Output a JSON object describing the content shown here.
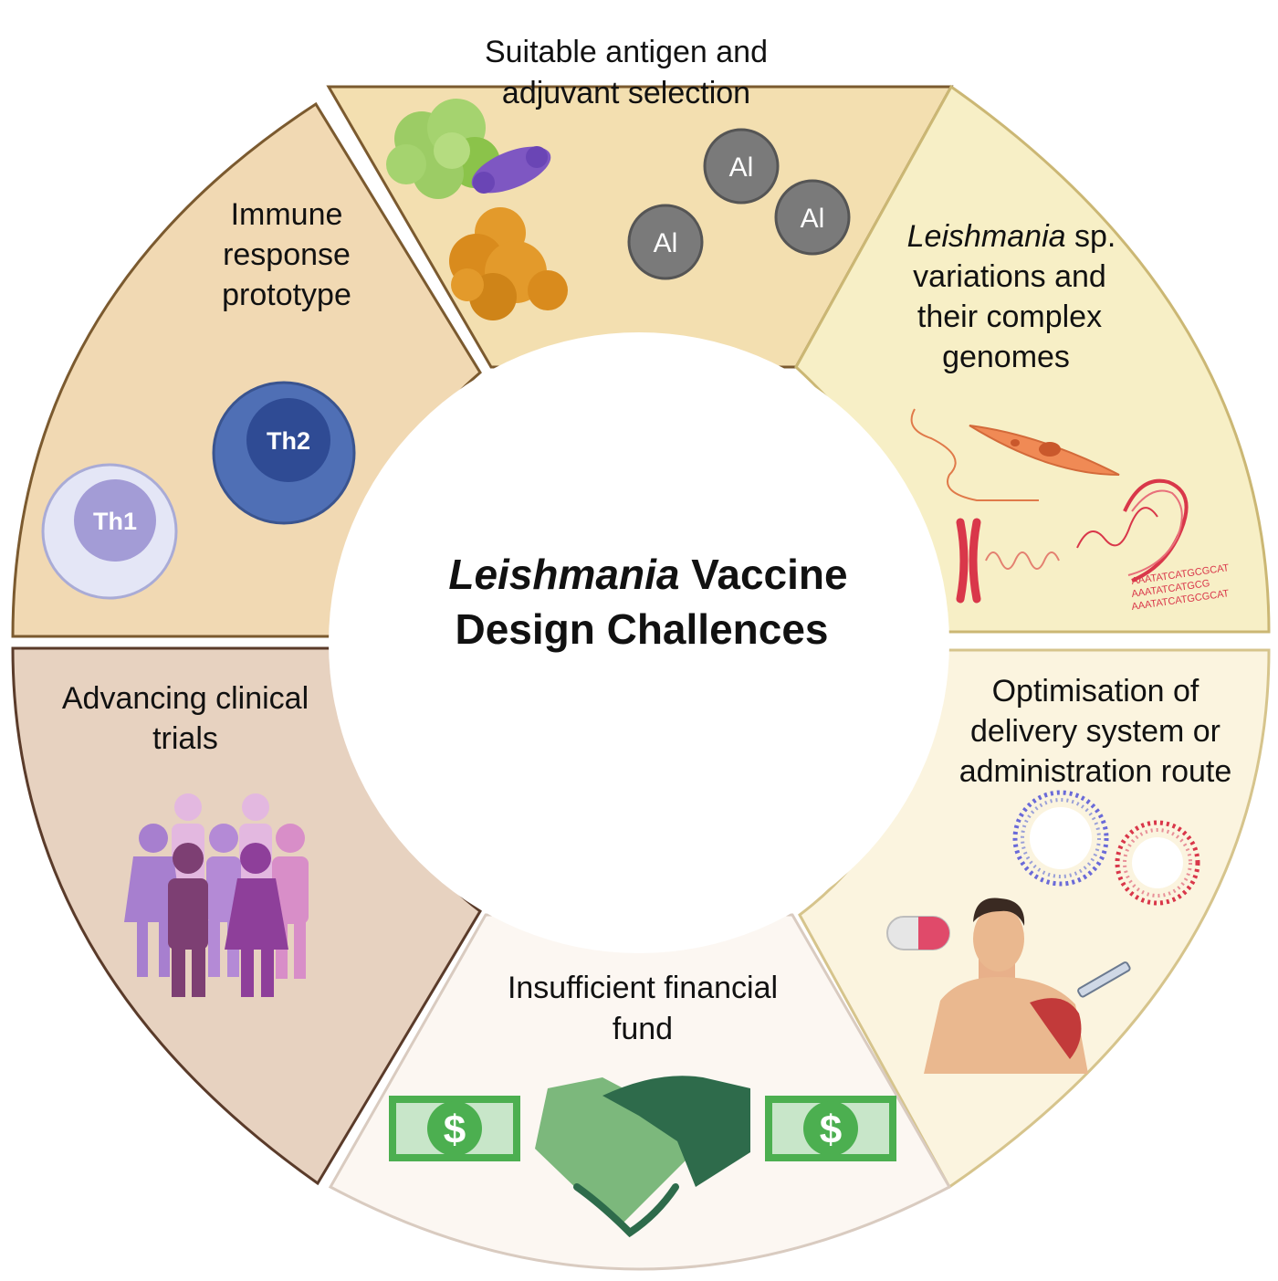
{
  "center": {
    "title_italic": "Leishmania",
    "title_rest": " Vaccine",
    "title_line2": "Design Challences"
  },
  "segments": {
    "antigen": {
      "line1": "Suitable antigen and",
      "line2": "adjuvant selection",
      "adjuvant_label": "Al",
      "color": "#f3dfb0"
    },
    "genomes": {
      "line1_italic": "Leishmania",
      "line1_rest": " sp.",
      "line2": "variations and",
      "line3": "their complex",
      "line4": "genomes",
      "dna_seq1": "AAATATCATGCGCAT",
      "dna_seq2": "AAATATCATGCG",
      "dna_seq3": "AAATATCATGCGCAT",
      "color": "#f7efc6"
    },
    "delivery": {
      "line1": "Optimisation of",
      "line2": "delivery system or",
      "line3": "administration route",
      "color": "#fbf4df"
    },
    "funding": {
      "line1": "Insufficient financial",
      "line2": "fund",
      "currency_symbol": "$",
      "color": "#fcf7f2"
    },
    "trials": {
      "line1": "Advancing clinical",
      "line2": "trials",
      "color": "#e7d2c0"
    },
    "immune": {
      "line1": "Immune",
      "line2": "response",
      "line3": "prototype",
      "th1_label": "Th1",
      "th2_label": "Th2",
      "color": "#f1d9b3"
    }
  }
}
